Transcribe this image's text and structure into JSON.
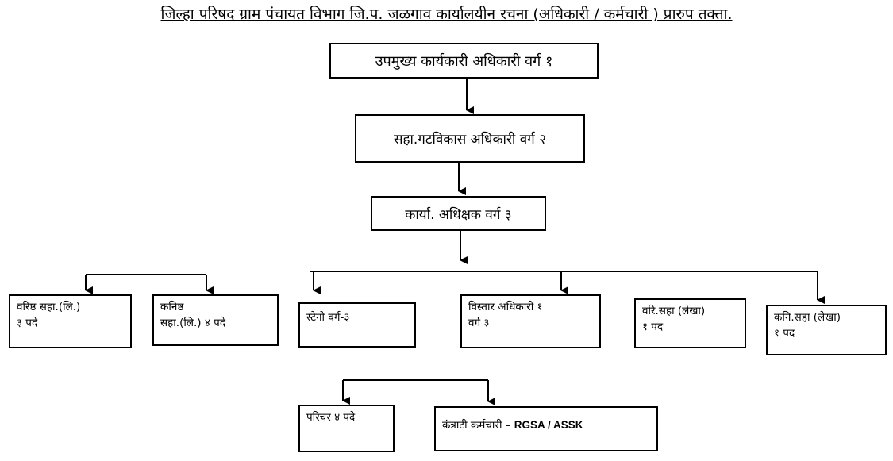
{
  "title": "जिल्हा परिषद ग्राम पंचायत विभाग जि.प. जळगाव कार्यालयीन रचना (अधिकारी / कर्मचारी ) प्रारुप तक्ता.",
  "nodes": {
    "dy_ceo": "उपमुख्य कार्यकारी अधिकारी वर्ग १",
    "asst_bdo": "सहा.गटविकास अधिकारी वर्ग २",
    "office_supt": "कार्या. अधिक्षक वर्ग ३",
    "senior_asst": {
      "line1": "वरिष्ठ सहा.(लि.)",
      "line2": "३ पदे"
    },
    "junior_asst": {
      "line1": "कनिष्ठ",
      "line2": "सहा.(लि.) ४ पदे"
    },
    "steno": {
      "line1": "स्टेनो वर्ग-३"
    },
    "extension_officer": {
      "line1": "विस्तार अधिकारी १",
      "line2": "वर्ग ३"
    },
    "senior_asst_accounts": {
      "line1": "वरि.सहा (लेखा)",
      "line2": "१ पद"
    },
    "junior_asst_accounts": {
      "line1": "कनि.सहा (लेखा)",
      "line2": "१ पद"
    },
    "attendant": {
      "line1": "परिचर ४ पदे"
    },
    "contract_staff": {
      "prefix": "कंत्राटी कर्मचारी – ",
      "bold": "RGSA / ASSK"
    }
  }
}
